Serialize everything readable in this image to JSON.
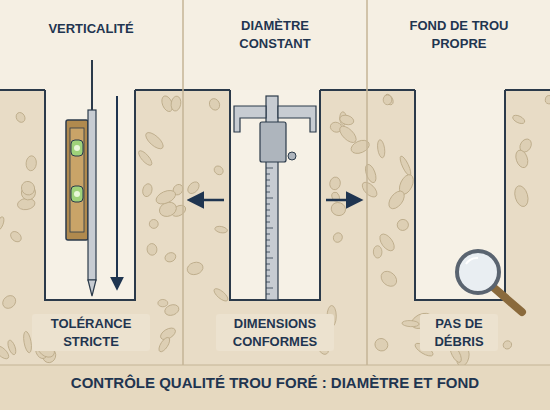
{
  "diagram": {
    "title": "CONTRÔLE QUALITÉ TROU FORÉ : DIAMÈTRE ET FOND",
    "labels": [
      "VERTICALITÉ",
      "DIAMÈTRE CONSTANT",
      "FOND DE TROU PROPRE",
      "TOLÉRANCE STRICTE",
      "DIMENSIONS CONFORMES",
      "PAS DE DÉBRIS"
    ]
  }
}
